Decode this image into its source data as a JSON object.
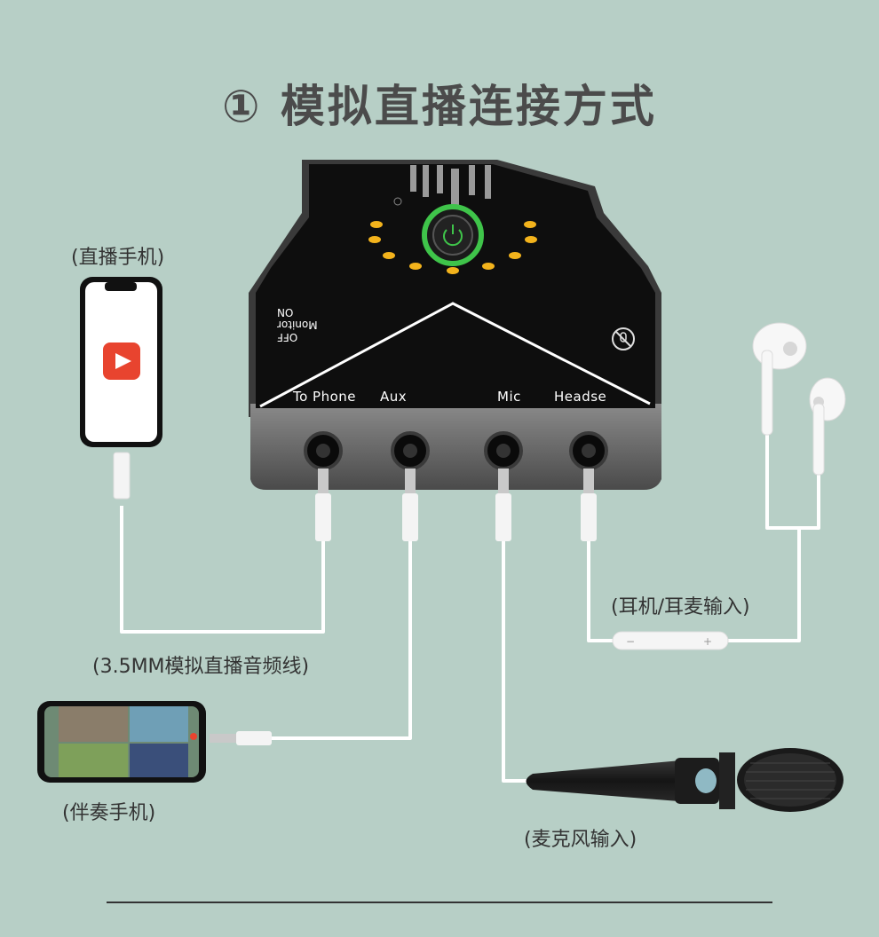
{
  "title": "① 模拟直播连接方式",
  "device": {
    "ports": [
      "To Phone",
      "Aux",
      "Mic",
      "Headse"
    ],
    "monitor": {
      "off": "OFF",
      "label": "Monitor",
      "on": "ON"
    }
  },
  "labels": {
    "live_phone": "(直播手机)",
    "cable": "(3.5MM模拟直播音频线)",
    "accompany_phone": "(伴奏手机)",
    "headset_input": "(耳机/耳麦输入)",
    "mic_input": "(麦克风输入)"
  },
  "colors": {
    "background": "#b7cfc6",
    "device_body": "#6e6e6e",
    "device_panel": "#0e0e0e",
    "led": "#f3b31c",
    "power_ring": "#3fc44a",
    "app_icon": "#e8442f"
  },
  "icons": [
    "power-icon",
    "mic-mute-icon",
    "live-app-icon"
  ]
}
